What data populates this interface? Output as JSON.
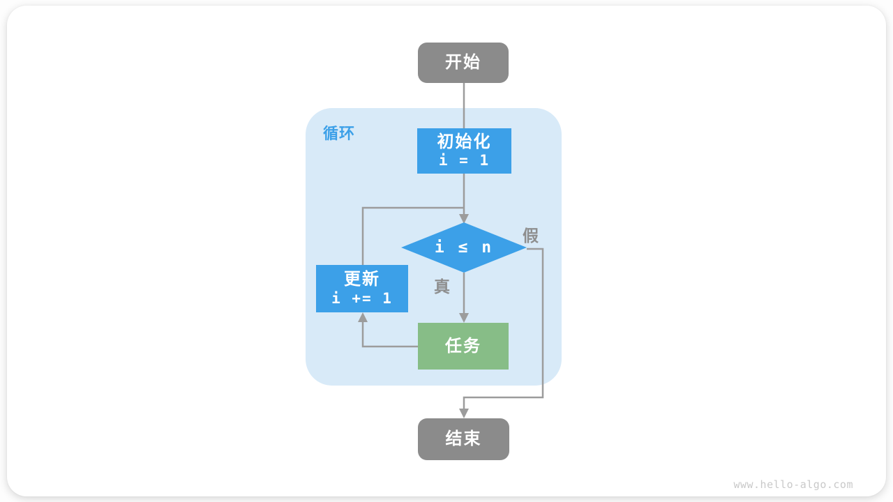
{
  "diagram": {
    "loop_label": "循环",
    "nodes": {
      "start": {
        "label": "开始"
      },
      "init": {
        "title": "初始化",
        "code": "i = 1"
      },
      "condition": {
        "code": "i ≤ n"
      },
      "update": {
        "title": "更新",
        "code": "i += 1"
      },
      "task": {
        "label": "任务"
      },
      "end": {
        "label": "结束"
      }
    },
    "edge_labels": {
      "true_branch": "真",
      "false_branch": "假"
    },
    "colors": {
      "node_blue": "#3CA0E8",
      "node_green": "#87BD87",
      "node_gray": "#8B8B8B",
      "loop_background": "#D8EAF8",
      "line_gray": "#9C9C9C",
      "edge_label_gray": "#8E8E8E",
      "watermark_gray": "#C9C9C9"
    },
    "watermark": "www.hello-algo.com"
  }
}
